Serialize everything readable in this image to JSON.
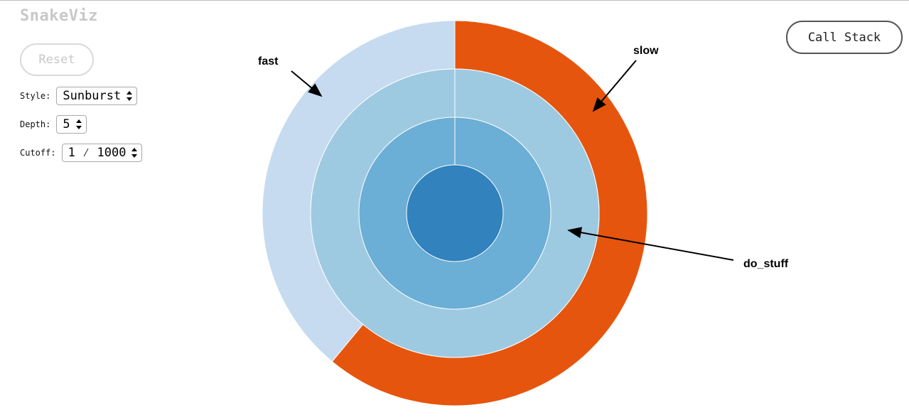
{
  "app": {
    "title": "SnakeViz"
  },
  "controls": {
    "reset_label": "Reset",
    "style_label": "Style:",
    "style_value": "Sunburst",
    "depth_label": "Depth:",
    "depth_value": "5",
    "cutoff_label": "Cutoff:",
    "cutoff_value": "1 ⁄ 1000"
  },
  "toolbar": {
    "call_stack_label": "Call Stack"
  },
  "annotations": {
    "fast": "fast",
    "slow": "slow",
    "do_stuff": "do_stuff"
  },
  "sunburst": {
    "colors": {
      "center": "#3182bd",
      "ring1": "#6baed6",
      "ring2": "#9ecae1",
      "fast": "#c6dbef",
      "slow": "#e6550d",
      "separator": "#ffffff"
    },
    "outer_split_fraction": {
      "fast": 0.39,
      "slow": 0.61
    }
  }
}
